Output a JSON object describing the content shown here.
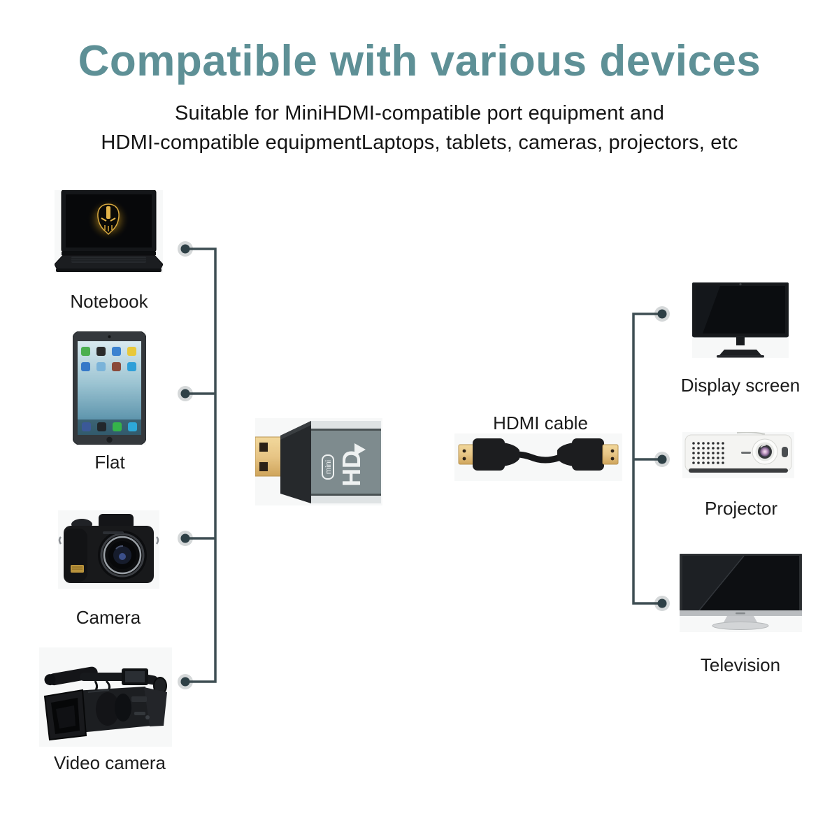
{
  "header": {
    "title": "Compatible with various devices",
    "subtitle_line1": "Suitable for MiniHDMI-compatible port equipment and",
    "subtitle_line2": "HDMI-compatible equipmentLaptops, tablets, cameras, projectors, etc"
  },
  "left_devices": [
    {
      "label": "Notebook",
      "icon": "notebook-icon"
    },
    {
      "label": "Flat",
      "icon": "tablet-icon"
    },
    {
      "label": "Camera",
      "icon": "camera-icon"
    },
    {
      "label": "Video camera",
      "icon": "video-camera-icon"
    }
  ],
  "right_devices": [
    {
      "label": "Display screen",
      "icon": "monitor-icon"
    },
    {
      "label": "Projector",
      "icon": "projector-icon"
    },
    {
      "label": "Television",
      "icon": "tv-icon"
    }
  ],
  "center": {
    "adapter": {
      "hd": "HD",
      "mini": "mini"
    },
    "cable_label": "HDMI cable"
  },
  "colors": {
    "title_teal": "#5e9096",
    "body_text": "#141414",
    "connector_line": "#3e4e53",
    "connector_dot": "#2e4046",
    "adapter_body_gray": "#7e8b8e",
    "adapter_stripe": "#dfe3e4",
    "connector_gold": "#e7c585"
  }
}
